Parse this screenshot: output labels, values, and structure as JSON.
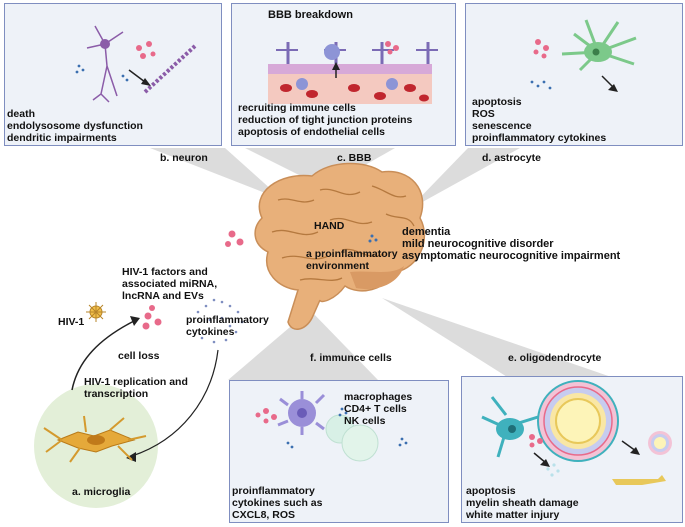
{
  "panels": {
    "neuron": {
      "caption": "b. neuron",
      "lines": [
        "death",
        "endolysosome dysfunction",
        "dendritic impairments"
      ]
    },
    "bbb": {
      "title": "BBB breakdown",
      "caption": "c. BBB",
      "lines": [
        "recruiting immune cells",
        "reduction of tight junction proteins",
        "apoptosis of endothelial cells"
      ]
    },
    "astrocyte": {
      "caption": "d. astrocyte",
      "lines": [
        "apoptosis",
        "ROS",
        "senescence",
        "proinflammatory cytokines"
      ]
    },
    "immune": {
      "caption": "f. immunce cells",
      "cells": [
        "macrophages",
        "CD4+ T cells",
        "NK cells"
      ],
      "cytokines": [
        "proinflammatory",
        "cytokines such as",
        "CXCL8, ROS"
      ]
    },
    "oligodendrocyte": {
      "caption": "e. oligodendrocyte",
      "lines": [
        "apoptosis",
        "myelin sheath damage",
        "white matter injury"
      ]
    }
  },
  "brain": {
    "hand": "HAND",
    "environment": [
      "a proinflammatory",
      "environment"
    ],
    "disorders": [
      "dementia",
      "mild neurocognitive disorder",
      "asymptomatic neurocognitive impairment"
    ]
  },
  "microglia": {
    "caption": "a. microglia",
    "hiv_factors": [
      "HIV-1 factors and",
      "associated miRNA,",
      "lncRNA and EVs"
    ],
    "hiv_label": "HIV-1",
    "cytokines": [
      "proinflammatory",
      "cytokines"
    ],
    "cell_loss": "cell loss",
    "replication": [
      "HIV-1 replication and",
      "transcription"
    ]
  },
  "colors": {
    "panel_border": "#7f8ec0",
    "panel_fill": "#eef2f8",
    "brain": "#e8b07a",
    "neuron": "#8b5ca8",
    "astrocyte": "#7cc98a",
    "oligodendrocyte": "#3fb1bd",
    "microglia": "#e5a93a",
    "blood_cell": "#c0262e",
    "pink_dot": "#e86a8a"
  }
}
